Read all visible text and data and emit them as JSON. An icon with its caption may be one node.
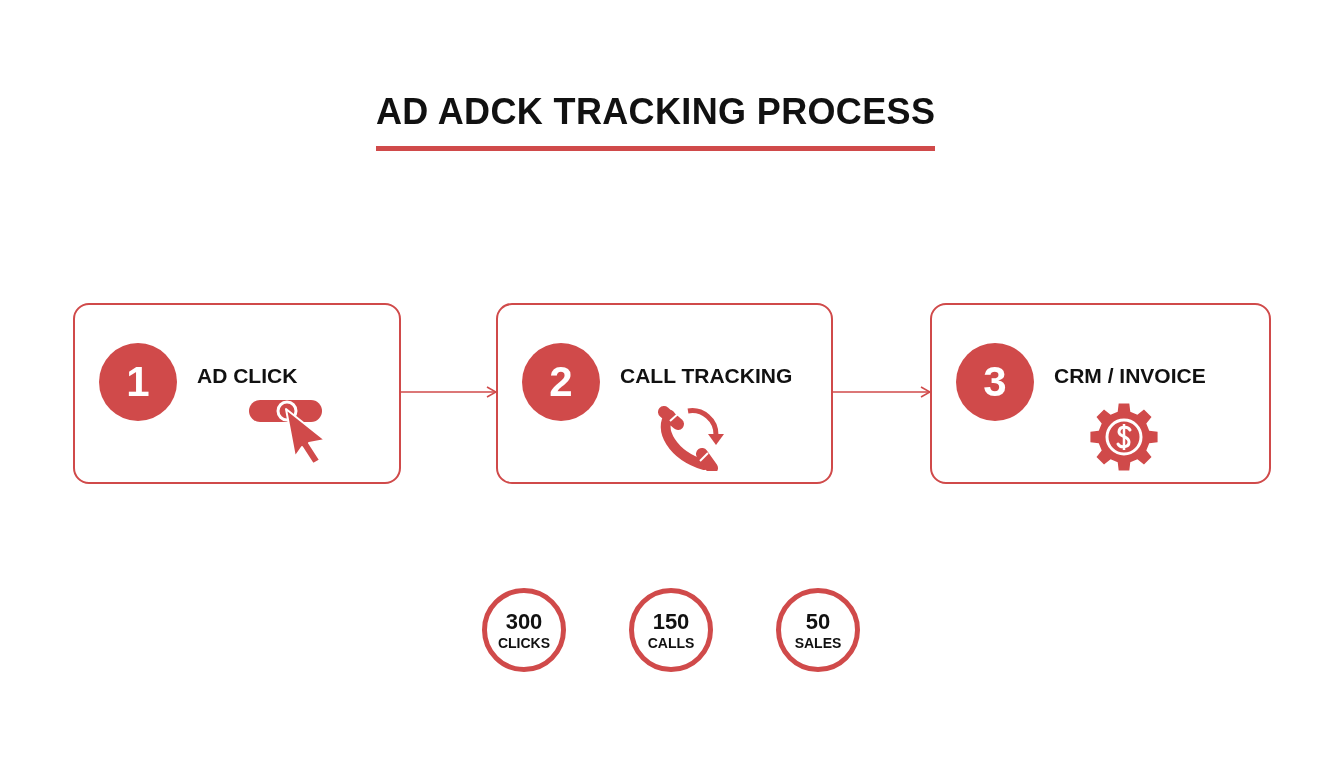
{
  "diagram": {
    "title": "AD ADCK TRACKING PROCESS",
    "nodes": [
      {
        "text": [
          "AD CLICK"
        ]
      },
      {
        "text": [
          "1"
        ],
        "in": 0
      },
      {
        "text": [
          "CALL TRACKING"
        ]
      },
      {
        "text": [
          "2"
        ],
        "in": 2
      },
      {
        "text": [
          "CRM / INVOICE"
        ]
      },
      {
        "text": [
          "3"
        ],
        "in": 4
      },
      {
        "text": [
          "300",
          "CLICKS"
        ]
      },
      {
        "text": [
          "150",
          "CALLS"
        ]
      },
      {
        "text": [
          "50",
          "SALES"
        ]
      }
    ],
    "edges": [
      {
        "from": 0,
        "to": 2,
        "arrow": "to"
      },
      {
        "from": 2,
        "to": 4,
        "arrow": "to"
      }
    ]
  }
}
